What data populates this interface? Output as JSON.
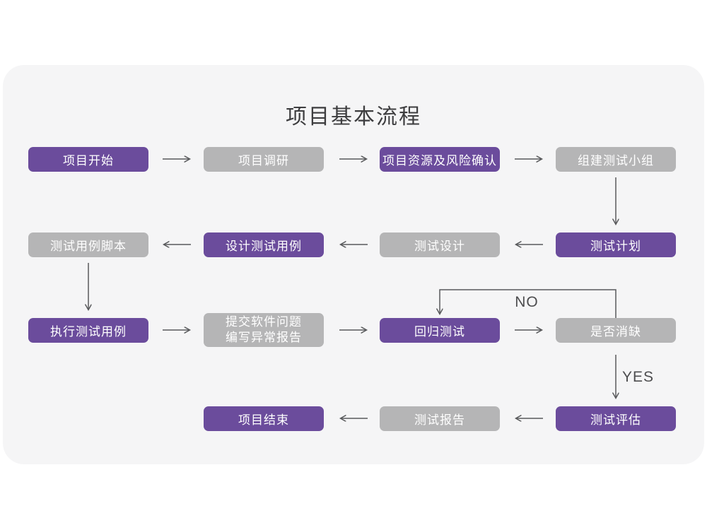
{
  "title": "项目基本流程",
  "flow": {
    "nodes": [
      {
        "id": "project-start",
        "label": "项目开始",
        "color": "purple"
      },
      {
        "id": "project-research",
        "label": "项目调研",
        "color": "gray"
      },
      {
        "id": "resource-risk",
        "label": "项目资源及风险确认",
        "color": "purple"
      },
      {
        "id": "build-test-team",
        "label": "组建测试小组",
        "color": "gray"
      },
      {
        "id": "test-plan",
        "label": "测试计划",
        "color": "purple"
      },
      {
        "id": "test-design",
        "label": "测试设计",
        "color": "gray"
      },
      {
        "id": "design-test-case",
        "label": "设计测试用例",
        "color": "purple"
      },
      {
        "id": "test-case-script",
        "label": "测试用例脚本",
        "color": "gray"
      },
      {
        "id": "execute-test-case",
        "label": "执行测试用例",
        "color": "purple"
      },
      {
        "id": "submit-issues",
        "label": "提交软件问题",
        "label2": "编写异常报告",
        "color": "gray"
      },
      {
        "id": "regression-test",
        "label": "回归测试",
        "color": "purple"
      },
      {
        "id": "defect-cleared",
        "label": "是否消缺",
        "color": "gray"
      },
      {
        "id": "test-evaluation",
        "label": "测试评估",
        "color": "purple"
      },
      {
        "id": "test-report",
        "label": "测试报告",
        "color": "gray"
      },
      {
        "id": "project-end",
        "label": "项目结束",
        "color": "purple"
      }
    ],
    "edge_labels": {
      "no": "NO",
      "yes": "YES"
    }
  },
  "colors": {
    "purple": "#6b4c9c",
    "gray": "#b5b5b6",
    "arrow": "#58595b",
    "card_background": "#f5f5f6",
    "page_background": "#ffffff",
    "title_text": "#3d3d3f",
    "node_text": "#ffffff"
  }
}
